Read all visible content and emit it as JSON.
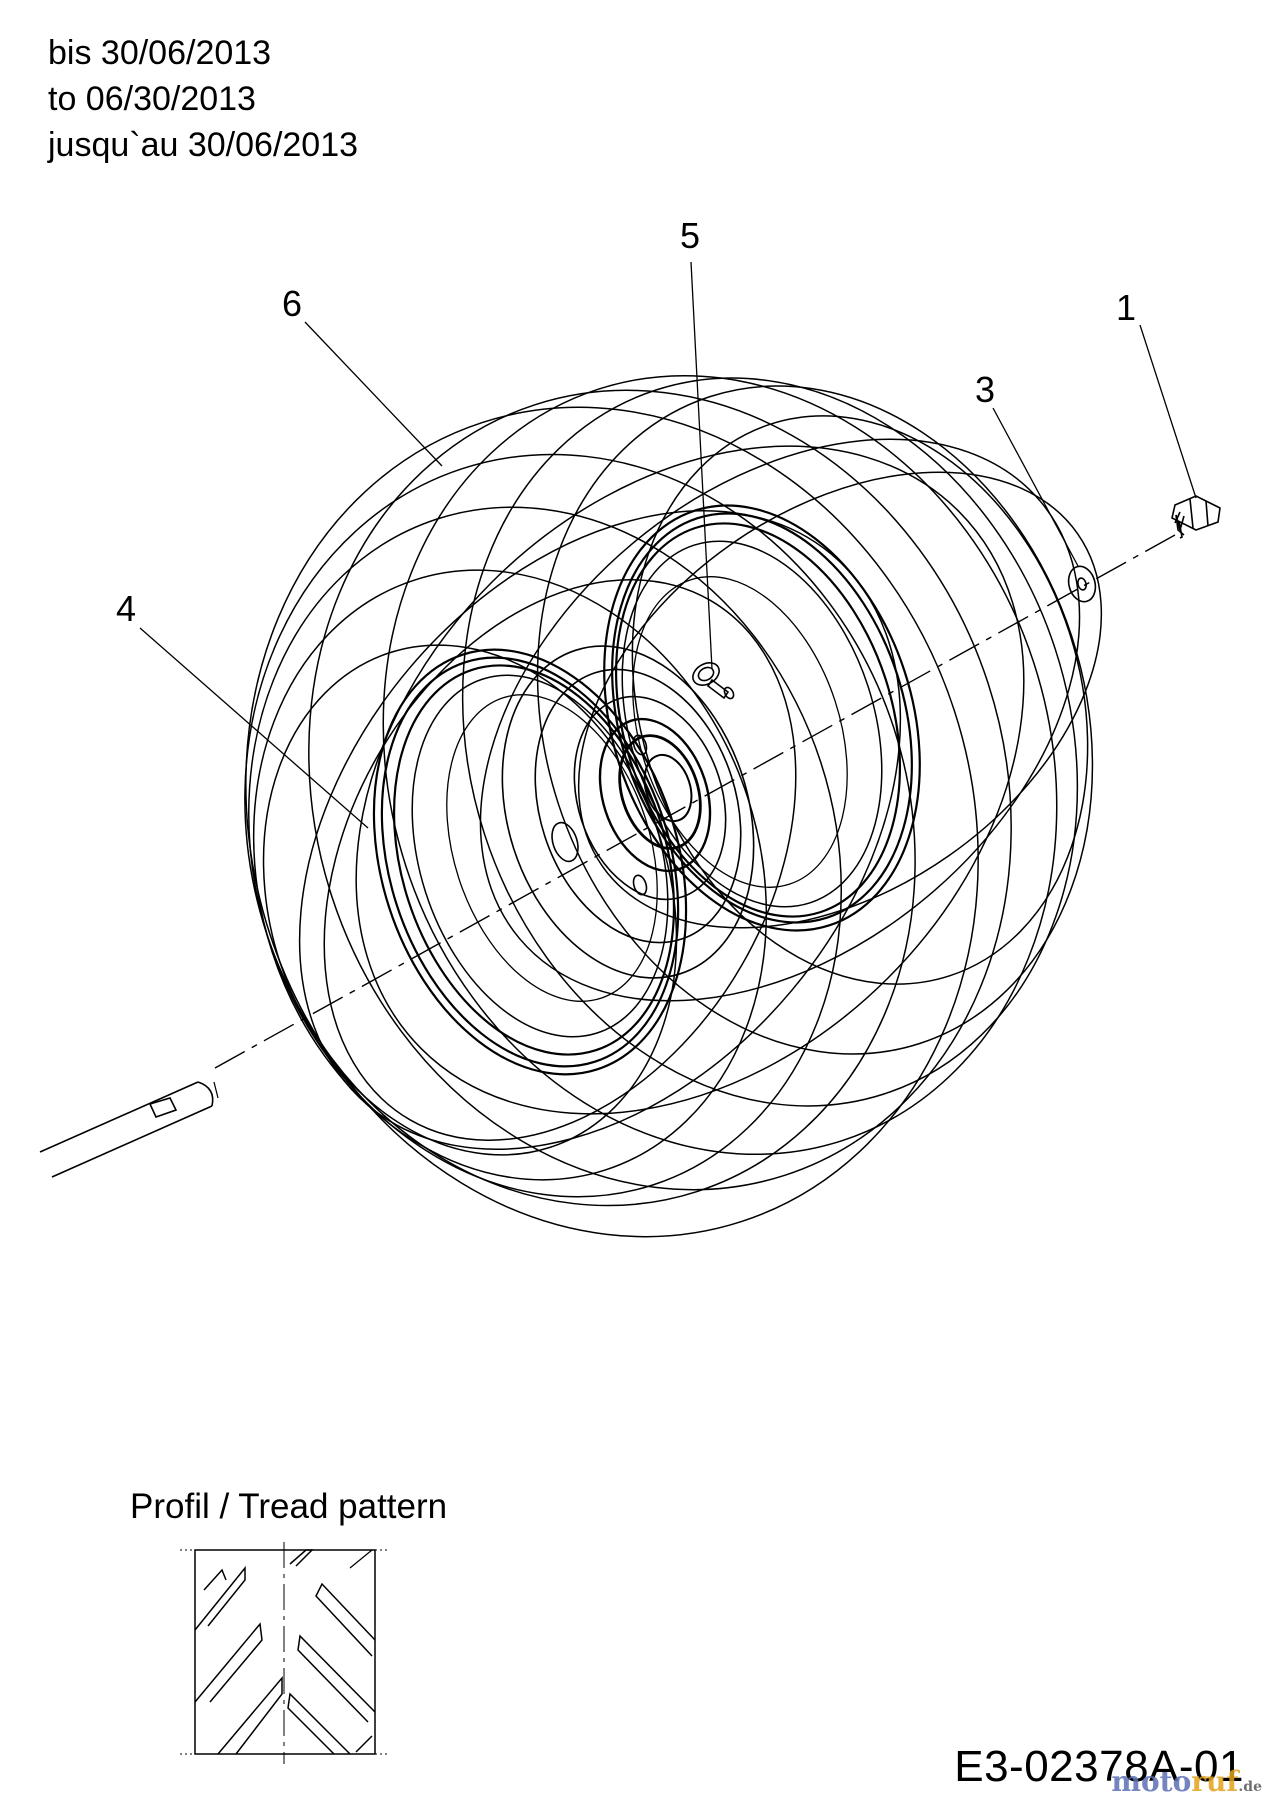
{
  "header": {
    "validity_de": "bis 30/06/2013",
    "validity_en": "to 06/30/2013",
    "validity_fr": "jusqu`au 30/06/2013"
  },
  "callouts": {
    "c1": "1",
    "c3": "3",
    "c4": "4",
    "c5": "5",
    "c6": "6"
  },
  "tread": {
    "title": "Profil / Tread pattern"
  },
  "footer": {
    "drawing_id": "E3-02378A-01",
    "watermark_main": "moto",
    "watermark_accent": "ruf",
    "watermark_tld": ".de"
  }
}
